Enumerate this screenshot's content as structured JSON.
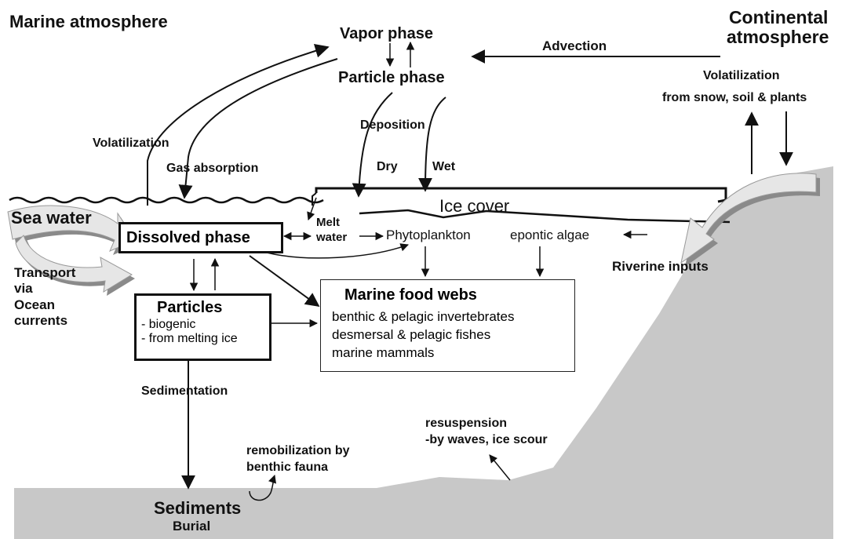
{
  "atmosphere": {
    "marine": "Marine atmosphere",
    "continental_line1": "Continental",
    "continental_line2": "atmosphere",
    "vapor_phase": "Vapor phase",
    "particle_phase": "Particle phase",
    "advection": "Advection",
    "volatilization_land_line1": "Volatilization",
    "volatilization_land_line2": "from snow, soil & plants"
  },
  "exchange": {
    "volatilization": "Volatilization",
    "gas_absorption": "Gas absorption",
    "deposition": "Deposition",
    "dry": "Dry",
    "wet": "Wet"
  },
  "sea": {
    "sea_water": "Sea water",
    "transport_lines": [
      "Transport",
      "via",
      "Ocean",
      "currents"
    ],
    "ice_cover": "Ice cover",
    "melt_water_lines": [
      "Melt",
      "water"
    ],
    "dissolved_phase": "Dissolved phase",
    "phytoplankton": "Phytoplankton",
    "epontic_algae": "epontic algae",
    "riverine_inputs": "Riverine inputs"
  },
  "particles": {
    "title": "Particles",
    "items": [
      "- biogenic",
      "- from melting ice"
    ]
  },
  "food_webs": {
    "title": "Marine food webs",
    "items": [
      "benthic & pelagic invertebrates",
      "desmersal & pelagic fishes",
      "marine mammals"
    ]
  },
  "bottom": {
    "sedimentation": "Sedimentation",
    "remobilization_lines": [
      "remobilization by",
      "benthic fauna"
    ],
    "resuspension_lines": [
      "resuspension",
      "-by waves, ice scour"
    ],
    "sediments": "Sediments",
    "burial": "Burial"
  },
  "colors": {
    "ground": "#c8c8c8",
    "ink": "#111111",
    "arrow_fill": "#e6e6e6",
    "arrow_shadow": "#8a8a8a"
  }
}
